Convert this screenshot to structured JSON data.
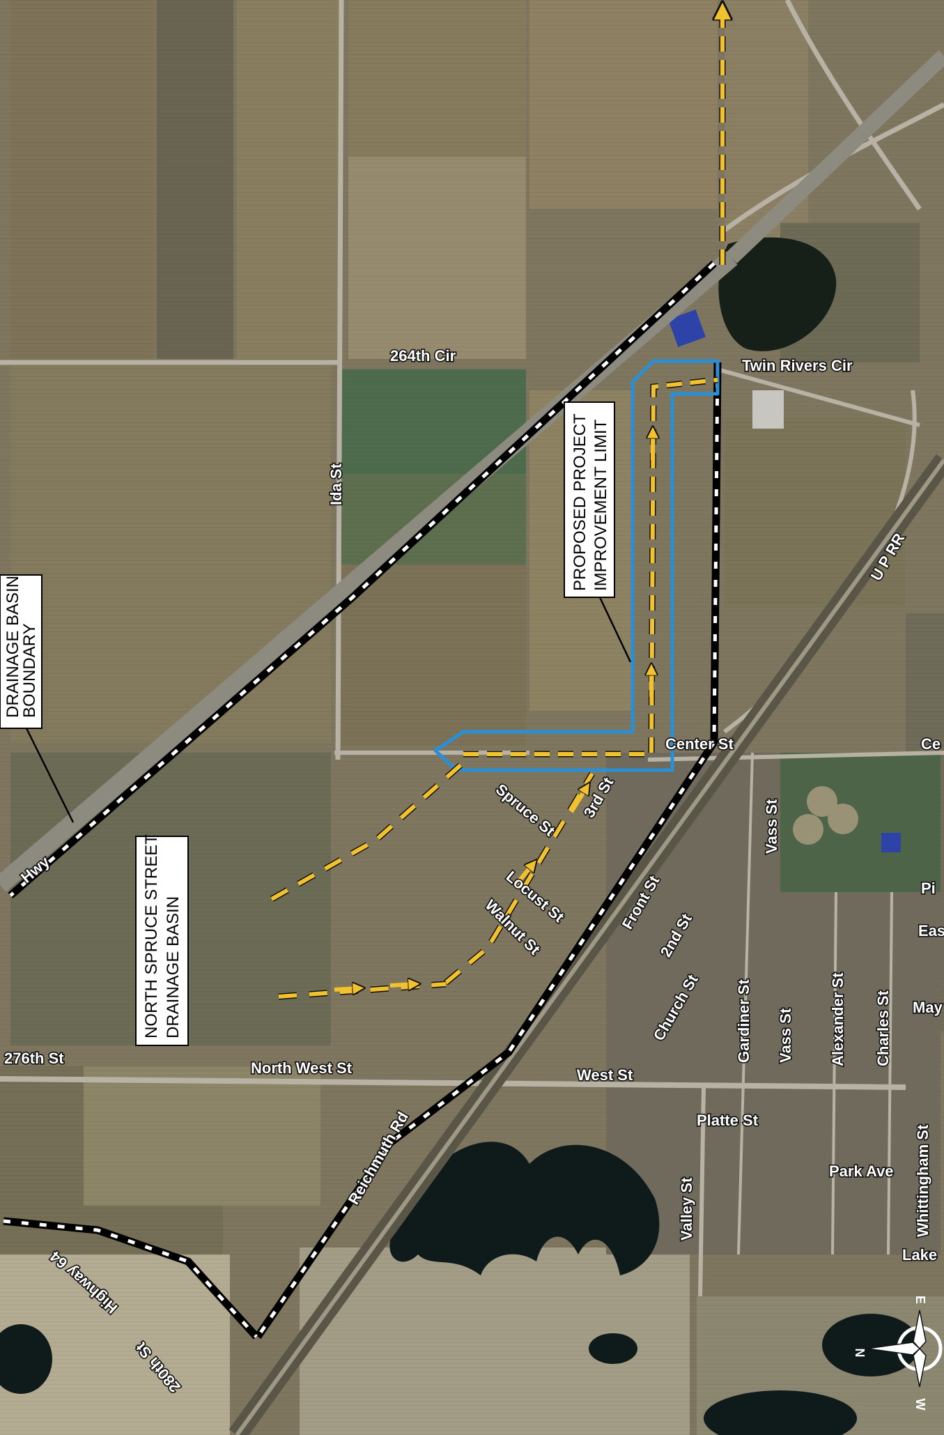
{
  "colors": {
    "field_light": "#8c8265",
    "field_dark": "#5b5744",
    "field_green": "#4f6b4d",
    "water": "#0f1b1b",
    "road": "#b7b2a3",
    "basin_boundary_dash": "#000000",
    "basin_boundary_gap": "#ffffff",
    "flow_arrow": "#f2c12e",
    "project_limit": "#2a8fd6"
  },
  "streets": {
    "circle_264th": "264th Cir",
    "twin_rivers_cir": "Twin Rivers Cir",
    "ida_st": "Ida St",
    "up_rr": "U P RR",
    "center_st": "Center St",
    "center_partial": "Ce",
    "third_st": "3rd St",
    "spruce_st": "Spruce St",
    "vass_st_north": "Vass St",
    "locust_st": "Locust St",
    "walnut_st": "Walnut St",
    "front_st": "Front St",
    "second_st": "2nd St",
    "church_st": "Church St",
    "gardiner_st": "Gardiner St",
    "vass_st_south": "Vass St",
    "alexander_st": "Alexander St",
    "charles_st": "Charles St",
    "pine_partial": "Pi",
    "east_partial": "Eas",
    "may_partial": "May",
    "street_276th": "276th St",
    "north_west_st": "North West St",
    "west_st": "West St",
    "platte_st": "Platte St",
    "reichmuth_rd": "Reichmuth Rd",
    "valley_st": "Valley St",
    "park_ave": "Park Ave",
    "whittingham_st": "Whittingham St",
    "lake_partial": "Lake",
    "highway_64": "Highway 64",
    "street_280th": "280th St",
    "hwy_partial": "Hwy"
  },
  "callouts": {
    "boundary_line1": "DRAINAGE BASIN",
    "boundary_line2": "BOUNDARY",
    "project_line1": "PROPOSED PROJECT",
    "project_line2": "IMPROVEMENT LIMIT",
    "basin_line1": "NORTH SPRUCE STREET",
    "basin_line2": "DRAINAGE BASIN"
  },
  "compass": {
    "north": "N",
    "east": "E",
    "west": "W",
    "icon": "compass-rose-icon"
  }
}
